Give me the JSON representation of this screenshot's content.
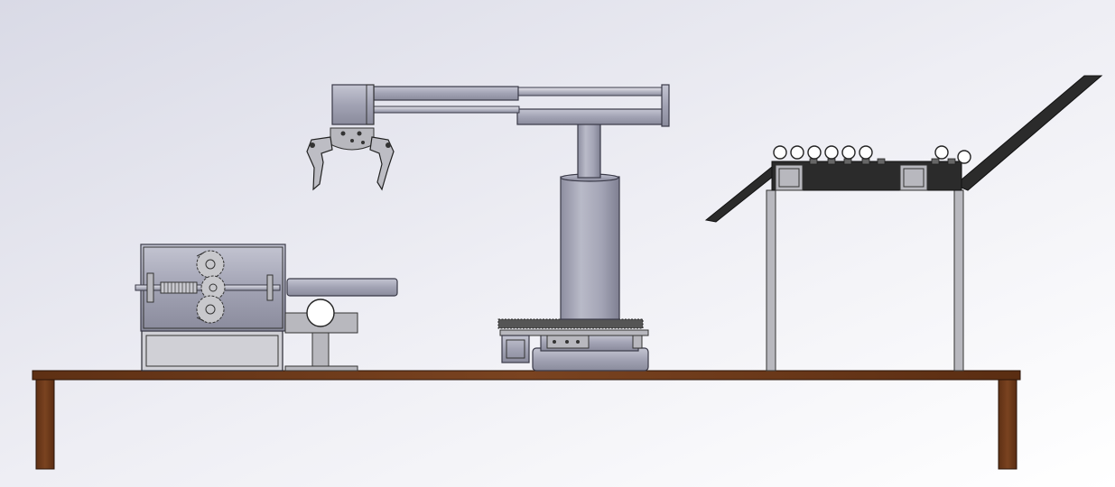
{
  "scene": {
    "background_top": "#dfe0ea",
    "background_bottom": "#ffffff",
    "table_color": "#6a3a1c",
    "metal_color": "#a4a5b5",
    "conveyor_color": "#2e2e2e",
    "ball_count_conveyor": 8,
    "components": [
      "cutting-machine",
      "feed-support",
      "robotic-arm",
      "ball-conveyor",
      "work-table"
    ]
  }
}
